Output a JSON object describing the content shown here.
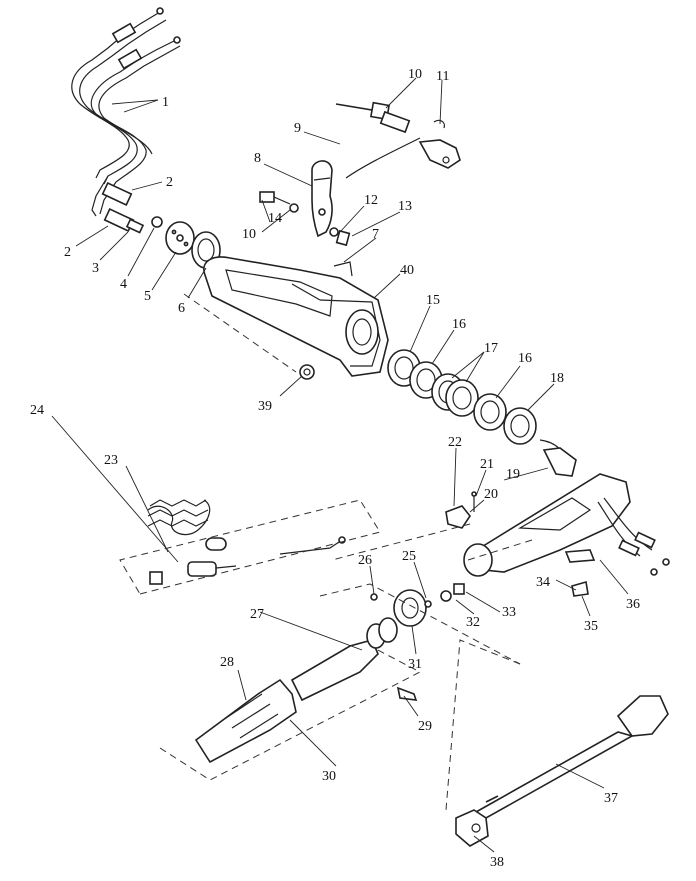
{
  "diagram": {
    "type": "exploded-parts-diagram",
    "callouts": [
      {
        "id": "c1",
        "text": "1"
      },
      {
        "id": "c2a",
        "text": "2"
      },
      {
        "id": "c2b",
        "text": "2"
      },
      {
        "id": "c3",
        "text": "3"
      },
      {
        "id": "c4",
        "text": "4"
      },
      {
        "id": "c5",
        "text": "5"
      },
      {
        "id": "c6",
        "text": "6"
      },
      {
        "id": "c7",
        "text": "7"
      },
      {
        "id": "c8",
        "text": "8"
      },
      {
        "id": "c9",
        "text": "9"
      },
      {
        "id": "c10a",
        "text": "10"
      },
      {
        "id": "c10b",
        "text": "10"
      },
      {
        "id": "c11",
        "text": "11"
      },
      {
        "id": "c12",
        "text": "12"
      },
      {
        "id": "c13",
        "text": "13"
      },
      {
        "id": "c14",
        "text": "14"
      },
      {
        "id": "c15",
        "text": "15"
      },
      {
        "id": "c16a",
        "text": "16"
      },
      {
        "id": "c16b",
        "text": "16"
      },
      {
        "id": "c17",
        "text": "17"
      },
      {
        "id": "c18",
        "text": "18"
      },
      {
        "id": "c19",
        "text": "19"
      },
      {
        "id": "c20",
        "text": "20"
      },
      {
        "id": "c21",
        "text": "21"
      },
      {
        "id": "c22",
        "text": "22"
      },
      {
        "id": "c23",
        "text": "23"
      },
      {
        "id": "c24",
        "text": "24"
      },
      {
        "id": "c25",
        "text": "25"
      },
      {
        "id": "c26",
        "text": "26"
      },
      {
        "id": "c27",
        "text": "27"
      },
      {
        "id": "c28",
        "text": "28"
      },
      {
        "id": "c29",
        "text": "29"
      },
      {
        "id": "c30",
        "text": "30"
      },
      {
        "id": "c31",
        "text": "31"
      },
      {
        "id": "c32",
        "text": "32"
      },
      {
        "id": "c33",
        "text": "33"
      },
      {
        "id": "c34",
        "text": "34"
      },
      {
        "id": "c35",
        "text": "35"
      },
      {
        "id": "c36",
        "text": "36"
      },
      {
        "id": "c37",
        "text": "37"
      },
      {
        "id": "c38",
        "text": "38"
      },
      {
        "id": "c39",
        "text": "39"
      },
      {
        "id": "c40",
        "text": "40"
      }
    ]
  }
}
